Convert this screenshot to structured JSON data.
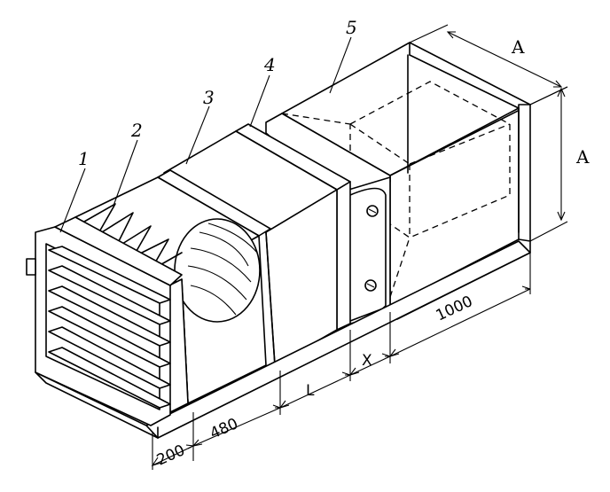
{
  "callouts": [
    "1",
    "2",
    "3",
    "4",
    "5"
  ],
  "dimensions": {
    "d200": "200",
    "d480": "480",
    "dL": "L",
    "dX": "X",
    "d1000": "1000",
    "dA_top": "A",
    "dA_side": "A"
  }
}
